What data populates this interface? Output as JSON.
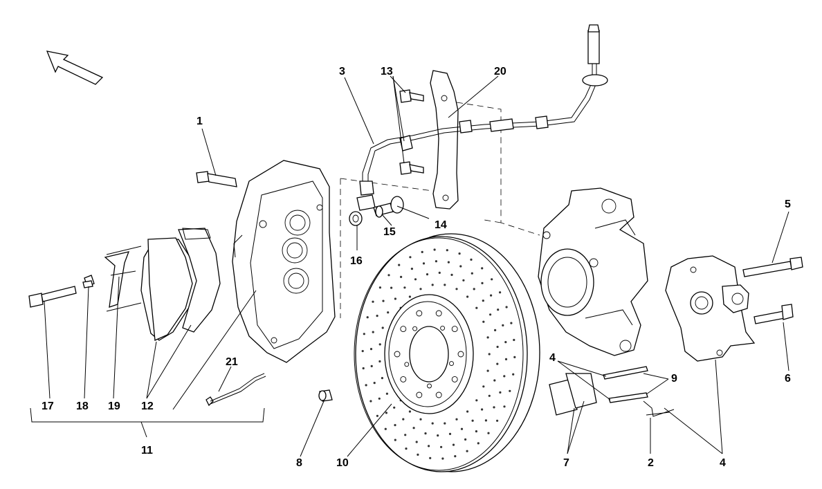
{
  "callouts": [
    {
      "id": "1",
      "text": "1"
    },
    {
      "id": "2",
      "text": "2"
    },
    {
      "id": "3",
      "text": "3"
    },
    {
      "id": "4a",
      "text": "4"
    },
    {
      "id": "4b",
      "text": "4"
    },
    {
      "id": "5",
      "text": "5"
    },
    {
      "id": "6",
      "text": "6"
    },
    {
      "id": "7",
      "text": "7"
    },
    {
      "id": "8",
      "text": "8"
    },
    {
      "id": "9",
      "text": "9"
    },
    {
      "id": "10",
      "text": "10"
    },
    {
      "id": "11",
      "text": "11"
    },
    {
      "id": "12",
      "text": "12"
    },
    {
      "id": "13",
      "text": "13"
    },
    {
      "id": "14",
      "text": "14"
    },
    {
      "id": "15",
      "text": "15"
    },
    {
      "id": "16",
      "text": "16"
    },
    {
      "id": "17",
      "text": "17"
    },
    {
      "id": "18",
      "text": "18"
    },
    {
      "id": "19",
      "text": "19"
    },
    {
      "id": "20",
      "text": "20"
    },
    {
      "id": "21",
      "text": "21"
    }
  ]
}
